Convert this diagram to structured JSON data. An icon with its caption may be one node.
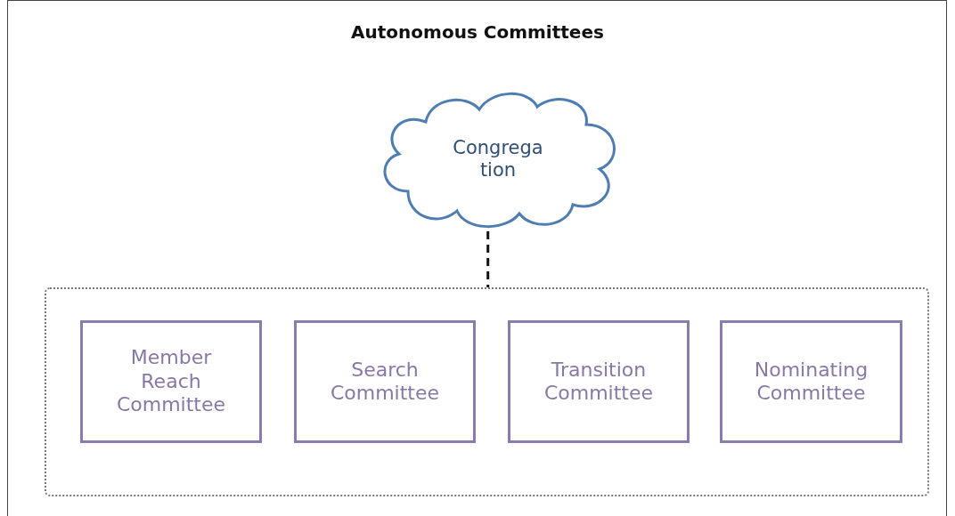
{
  "diagram": {
    "title": "Autonomous Committees",
    "nodes": [
      {
        "text": [
          "Congregation"
        ]
      },
      {
        "text": [],
        "shape": "box"
      },
      {
        "text": [
          "Member Reach Committee"
        ],
        "in": 1
      },
      {
        "text": [
          "Search Committee"
        ],
        "in": 1
      },
      {
        "text": [
          "Transition Committee"
        ],
        "in": 1
      },
      {
        "text": [
          "Nominating Committee"
        ],
        "in": 1
      }
    ],
    "edges": [
      {
        "from": 0,
        "to": 1,
        "arrow": "none",
        "style": "dashed"
      }
    ]
  }
}
